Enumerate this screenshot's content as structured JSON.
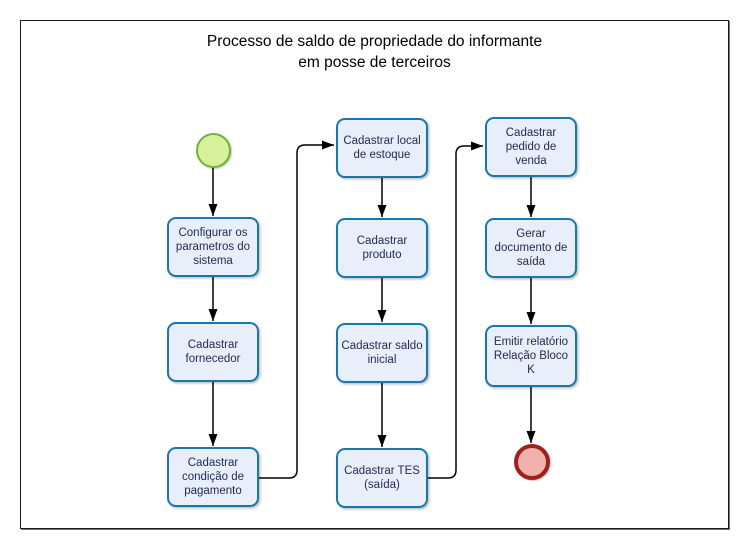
{
  "diagram_title": {
    "line1": "Processo de saldo de propriedade do informante",
    "line2": "em posse de terceiros"
  },
  "tasks": [
    {
      "lines": [
        "Configurar os",
        "parametros do",
        "sistema"
      ]
    },
    {
      "lines": [
        "Cadastrar",
        "fornecedor"
      ]
    },
    {
      "lines": [
        "Cadastrar",
        "condição de",
        "pagamento"
      ]
    },
    {
      "lines": [
        "Cadastrar local",
        "de estoque"
      ]
    },
    {
      "lines": [
        "Cadastrar",
        "produto"
      ]
    },
    {
      "lines": [
        "Cadastrar saldo",
        "inicial"
      ]
    },
    {
      "lines": [
        "Cadastrar TES",
        "(saída)"
      ]
    },
    {
      "lines": [
        "Cadastrar",
        "pedido de",
        "venda"
      ]
    },
    {
      "lines": [
        "Gerar",
        "documento de",
        "saída"
      ]
    },
    {
      "lines": [
        "Emitir relatório",
        "Relação Bloco",
        "K"
      ]
    }
  ],
  "events": {
    "start": "start-event",
    "end": "end-event"
  },
  "colors": {
    "task_fill": "#e9eefb",
    "task_border": "#1878ae",
    "task_text": "#1d2b50",
    "start_fill": "#d9f09b",
    "start_border": "#6fb43a",
    "end_fill": "#f1b1ad",
    "end_border": "#a0201a",
    "connector_color": "#000000"
  }
}
